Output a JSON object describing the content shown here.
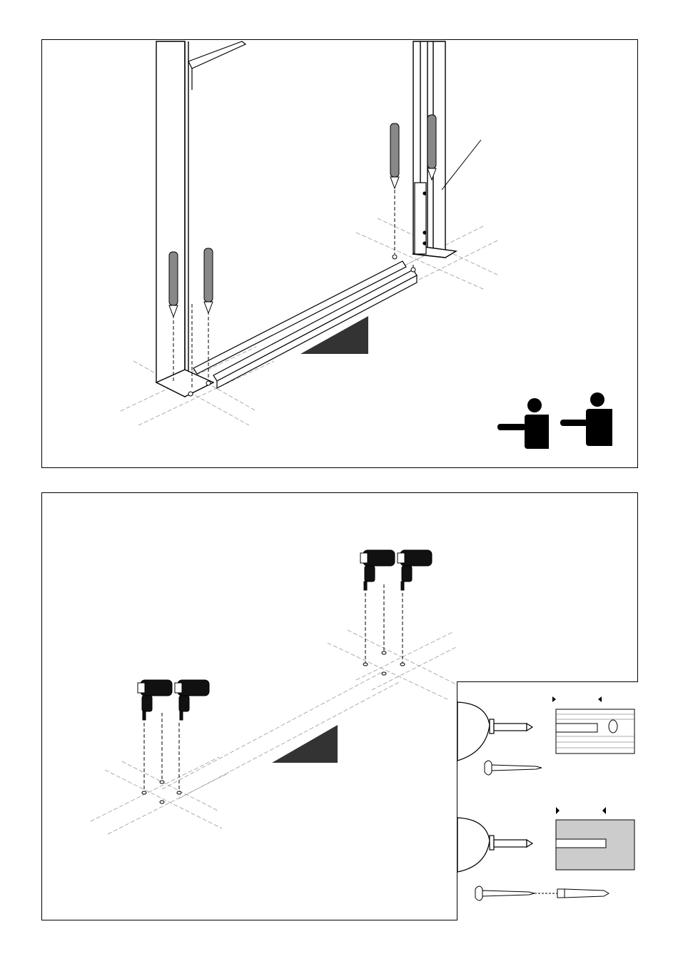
{
  "figure": {
    "panels": [
      {
        "name": "mark-drill-positions",
        "people_count": 2,
        "tool": "pencil",
        "pencil_count": 4
      },
      {
        "name": "drill-holes",
        "tool": "drill",
        "drill_count": 4
      },
      {
        "name": "fixing-inset",
        "variants": [
          "wood",
          "concrete"
        ]
      }
    ],
    "colors": {
      "line": "#000000",
      "guide": "#999999",
      "fill": "#333333",
      "pencil": "#888888"
    }
  }
}
